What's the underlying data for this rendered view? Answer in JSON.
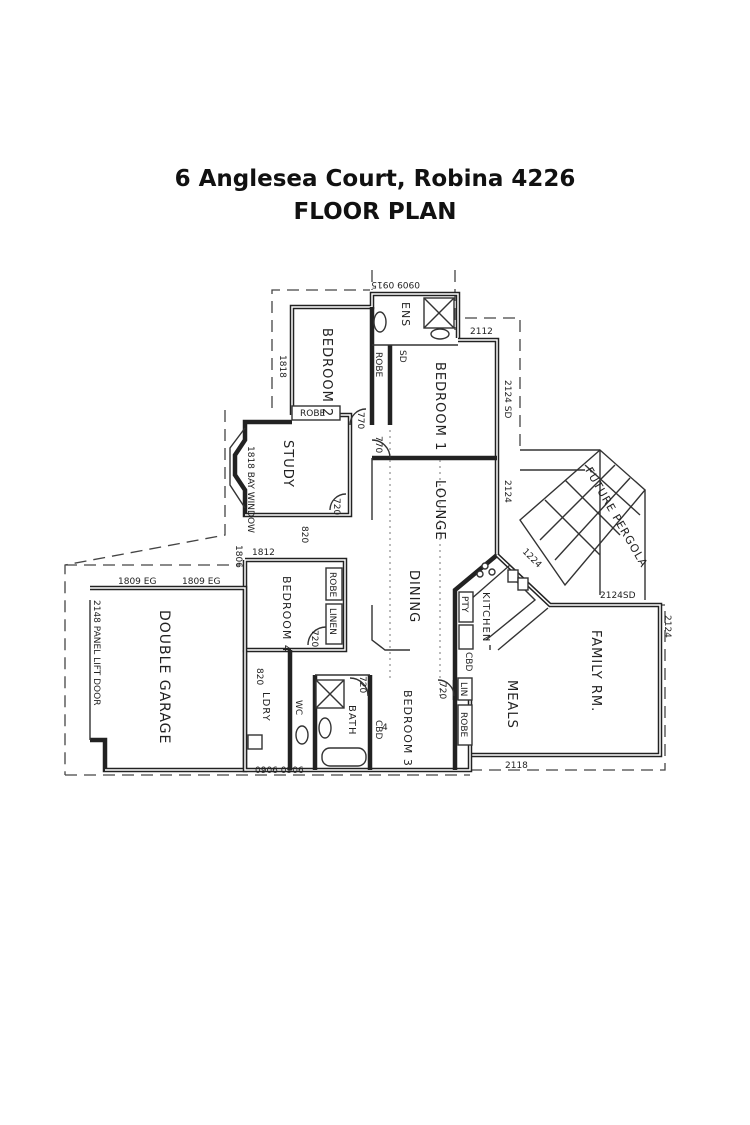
{
  "header": {
    "address": "6 Anglesea Court, Robina 4226",
    "subtitle": "FLOOR PLAN"
  },
  "rooms": {
    "bedroom2": "BEDROOM 2",
    "ensuite": "ENS",
    "bedroom1": "BEDROOM 1",
    "study": "STUDY",
    "bay_window": "1818 BAY WINDOW",
    "lounge": "LOUNGE",
    "future_pergola": "FUTURE PERGOLA",
    "dining": "DINING",
    "kitchen": "KITCHEN",
    "family": "FAMILY RM.",
    "meals": "MEALS",
    "bedroom4": "BEDROOM 4",
    "double_garage": "DOUBLE GARAGE",
    "laundry": "LDRY",
    "bath": "BATH",
    "bedroom3": "BEDROOM 3",
    "wc": "WC",
    "pantry": "PTY"
  },
  "fixtures": {
    "robe": "ROBE",
    "linen": "LINEN",
    "lin": "LIN",
    "cupboard": "CBD",
    "sd": "SD",
    "door_770": "770",
    "door_720": "720",
    "door_820": "820",
    "garage_door": "2148 PANEL LIFT DOOR"
  },
  "dimensions": {
    "top_window": "0909 0915",
    "bed2_window": "1818",
    "bed1_side": "2124 SD",
    "ens_window": "2112",
    "lounge_side": "2124",
    "pergola_1224": "1224",
    "family_2124sd": "2124SD",
    "family_side": "2124",
    "family_bottom": "2118",
    "garage_w1": "1809 EG",
    "garage_w2": "1809 EG",
    "bed4_1812": "1812",
    "bed4_1806": "1806",
    "bath_windows": "0906 0906",
    "cbd_4": "4"
  }
}
